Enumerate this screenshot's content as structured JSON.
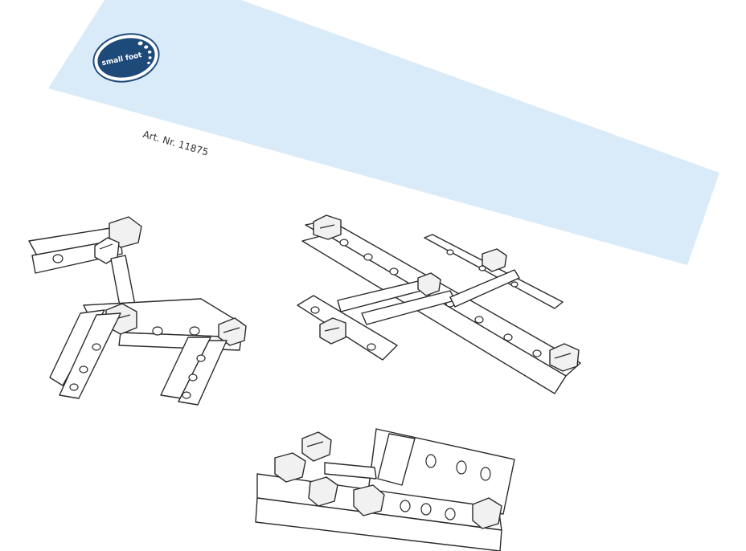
{
  "document": {
    "brand_logo_text": "small foot",
    "article_number": "Art. Nr. 11875"
  },
  "colors": {
    "paper": "#ffffff",
    "header_band": "#d9ebf8",
    "logo_fill": "#1e4a7a",
    "line_art": "#2b2b2b"
  },
  "illustrations": [
    {
      "name": "animal-model-illustration"
    },
    {
      "name": "airplane-model-illustration"
    },
    {
      "name": "vehicle-model-illustration"
    }
  ]
}
